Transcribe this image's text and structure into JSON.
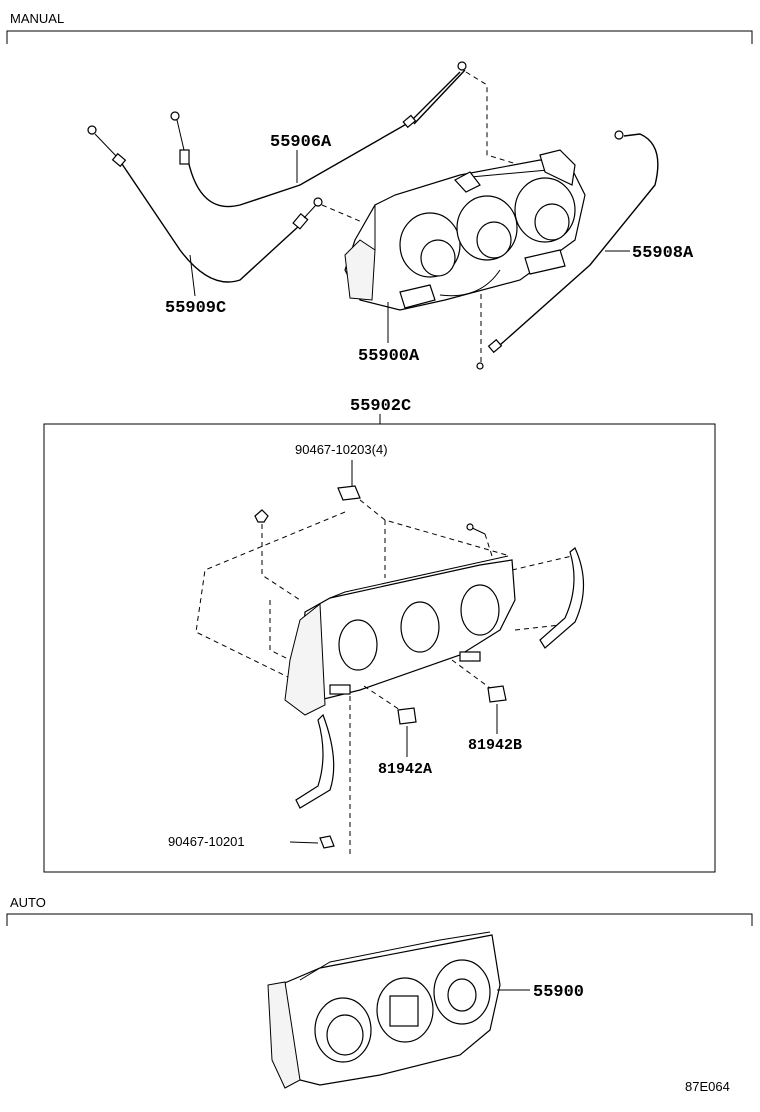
{
  "sections": {
    "manual": "MANUAL",
    "auto": "AUTO"
  },
  "parts": {
    "p55906A": "55906A",
    "p55909C": "55909C",
    "p55908A": "55908A",
    "p55900A": "55900A",
    "p55902C": "55902C",
    "p90467_10203": "90467-10203(4)",
    "p81942A": "81942A",
    "p81942B": "81942B",
    "p90467_10201": "90467-10201",
    "p55900": "55900"
  },
  "diagram_code": "87E064"
}
